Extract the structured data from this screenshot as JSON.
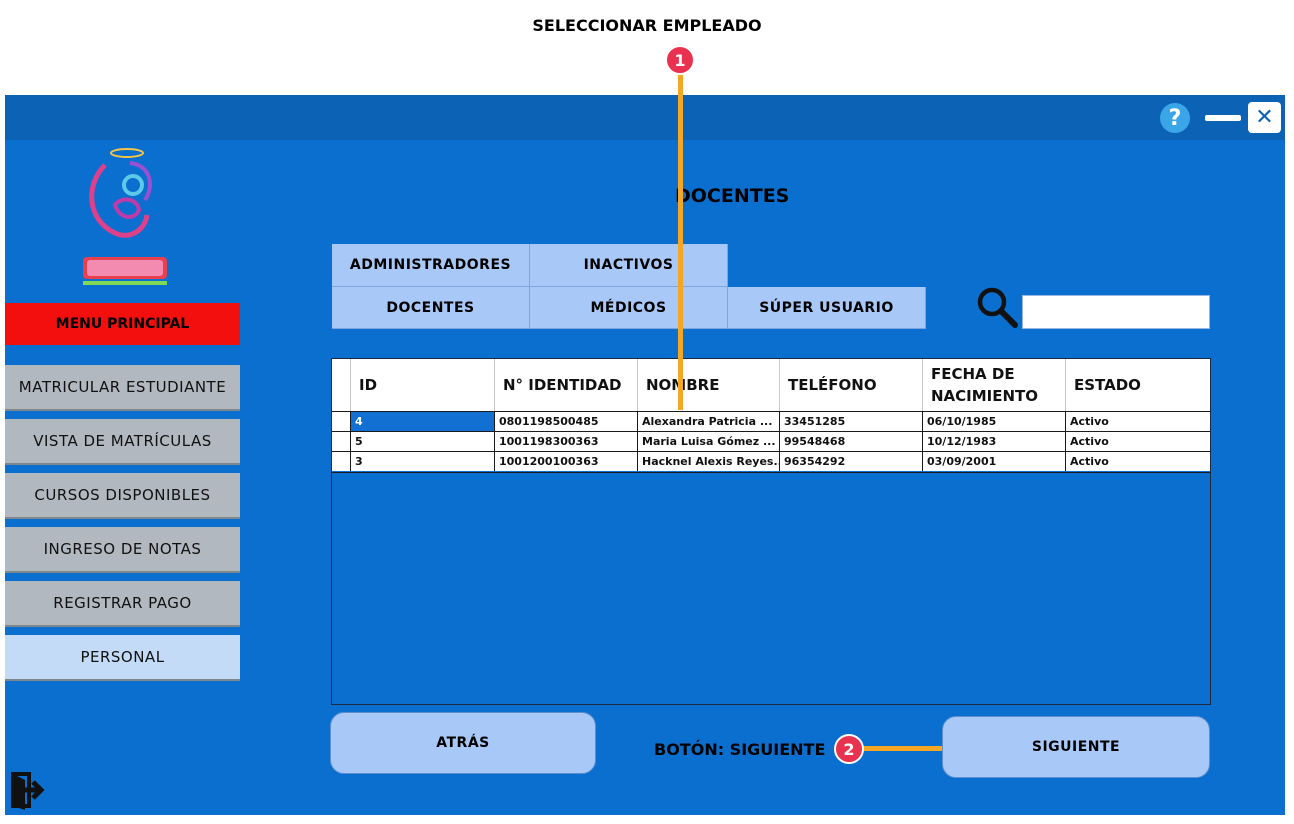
{
  "annotations": {
    "title": "SELECCIONAR EMPLEADO",
    "next_label": "BOTÓN: SIGUIENTE",
    "badge_1": "1",
    "badge_2": "2"
  },
  "window": {
    "help_icon": "?",
    "close_icon": "✕"
  },
  "sidebar": {
    "menu_principal": "MENU PRINCIPAL",
    "items": [
      {
        "label": "MATRICULAR ESTUDIANTE",
        "active": false
      },
      {
        "label": "VISTA DE MATRÍCULAS",
        "active": false
      },
      {
        "label": "CURSOS DISPONIBLES",
        "active": false
      },
      {
        "label": "INGRESO DE NOTAS",
        "active": false
      },
      {
        "label": "REGISTRAR PAGO",
        "active": false
      },
      {
        "label": "PERSONAL",
        "active": true
      }
    ]
  },
  "main": {
    "title": "DOCENTES",
    "tabs": {
      "administradores": "ADMINISTRADORES",
      "inactivos": "INACTIVOS",
      "docentes": "DOCENTES",
      "medicos": "MÉDICOS",
      "super_usuario": "SÚPER USUARIO"
    },
    "search_value": "",
    "table": {
      "headers": [
        "ID",
        "N° IDENTIDAD",
        "NOMBRE",
        "TELÉFONO",
        "FECHA DE NACIMIENTO",
        "ESTADO"
      ],
      "rows": [
        [
          "4",
          "0801198500485",
          "Alexandra Patricia ...",
          "33451285",
          "06/10/1985",
          "Activo"
        ],
        [
          "5",
          "1001198300363",
          "Maria Luisa Gómez ...",
          "99548468",
          "10/12/1983",
          "Activo"
        ],
        [
          "3",
          "1001200100363",
          "Hacknel Alexis Reyes...",
          "96354292",
          "03/09/2001",
          "Activo"
        ]
      ]
    },
    "back_label": "ATRÁS",
    "next_label": "SIGUIENTE"
  },
  "colors": {
    "window_bg": "#0a6fcf",
    "menu_principal_bg": "#f40f0f",
    "sidebar_button_bg": "#b2b8c0",
    "active_button_bg": "#c3dbf7",
    "tab_bg": "#a8c8f7",
    "callout": "#f5a623",
    "badge": "#e8324f"
  },
  "icons": {
    "help": "help-icon",
    "minimize": "minimize-icon",
    "close": "close-icon",
    "search": "search-icon",
    "exit": "exit-icon",
    "logo": "logo-icon"
  }
}
